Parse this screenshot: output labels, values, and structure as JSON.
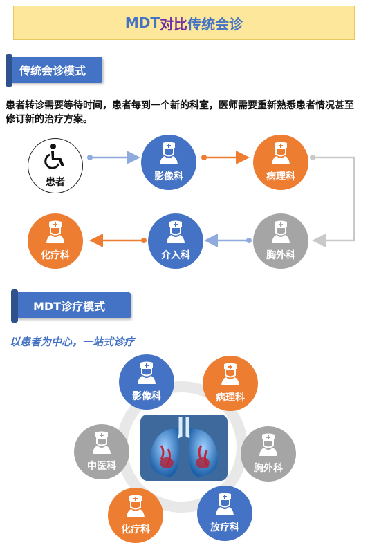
{
  "title": {
    "part1": "MDT",
    "part2": "对比",
    "part3": "传统会诊"
  },
  "traditional": {
    "heading": "传统会诊模式",
    "description": "患者转诊需要等待时间，患者每到一个新的科室，医师需要重新熟悉患者情况甚至修订新的治疗方案。",
    "patient_label": "患者",
    "patient_icon": "wheelchair-icon",
    "flow": [
      "患者",
      "影像科",
      "病理科",
      "胸外科",
      "介入科",
      "化疗科"
    ],
    "nodes": {
      "imaging": "影像科",
      "pathology": "病理科",
      "thoracic_surgery": "胸外科",
      "interventional": "介入科",
      "chemotherapy": "化疗科"
    }
  },
  "mdt": {
    "heading": "MDT诊疗模式",
    "subtitle": "以患者为中心，一站式诊疗",
    "center_image": "lungs-illustration",
    "nodes": {
      "imaging": "影像科",
      "pathology": "病理科",
      "tcm": "中医科",
      "thoracic_surgery": "胸外科",
      "chemotherapy": "化疗科",
      "radiotherapy": "放疗科"
    }
  },
  "colors": {
    "blue": "#4472c4",
    "orange": "#ed7d31",
    "gray": "#a5a5a5",
    "title_bg": "#fde79a",
    "light_blue_arrow": "#8faadc",
    "gray_arrow": "#c9c9c9"
  },
  "doctor_icon": "nurse-icon"
}
